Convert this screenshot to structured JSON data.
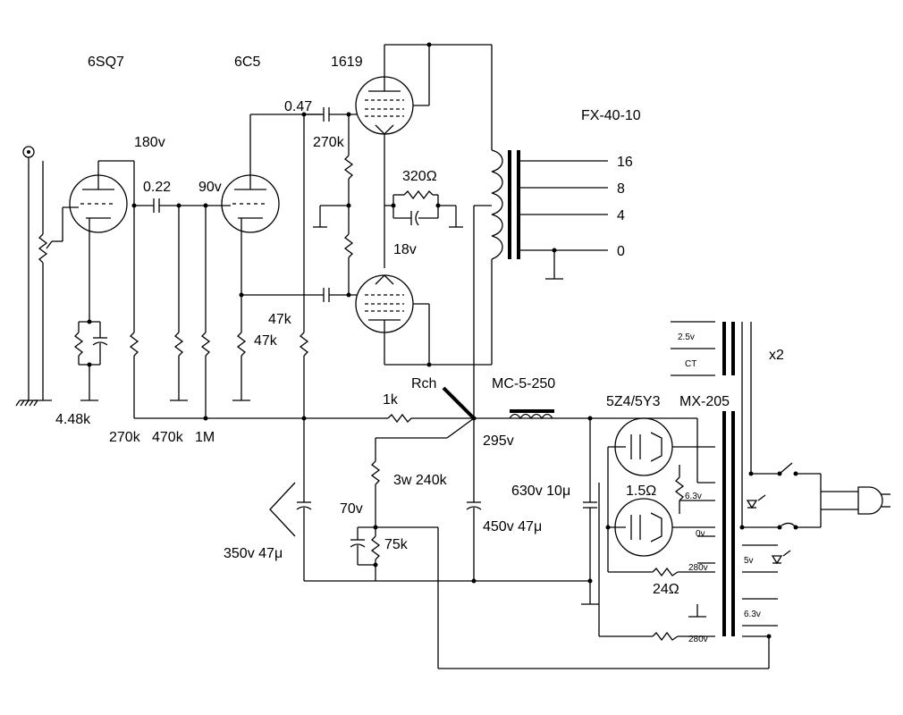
{
  "tubes": {
    "v1": "6SQ7",
    "v2": "6C5",
    "v3": "1619",
    "rect": "5Z4/5Y3"
  },
  "transformers": {
    "output": "FX-40-10",
    "choke": "MC-5-250",
    "power": "MX-205"
  },
  "output_taps": [
    "16",
    "8",
    "4",
    "0"
  ],
  "quantity": "x2",
  "voltages": {
    "v1_plate": "180v",
    "v2_plate": "90v",
    "cathode": "18v",
    "b_plus": "295v",
    "screen": "70v"
  },
  "parts": {
    "c_couple1": "0.22",
    "c_couple2": "0.47",
    "r_grid": "270k",
    "r_cathode_out": "320Ω",
    "r_k1": "4.48k",
    "r_load1": "270k",
    "r_grid2": "470k",
    "r_grid2b": "1M",
    "r_k2": "47k",
    "r_load2": "47k",
    "rch": "Rch",
    "r_1k": "1k",
    "r_240k": "3w 240k",
    "r_75k": "75k",
    "c_filter1": "350v 47μ",
    "c_filter2": "450v 47μ",
    "c_input": "630v 10μ",
    "r_1_5": "1.5Ω",
    "r_24": "24Ω"
  },
  "pt_windings": {
    "w25": "2.5v",
    "ct": "CT",
    "w63a": "6.3v",
    "w0": "0v",
    "w280a": "280v",
    "w5": "5v",
    "w63b": "6.3v",
    "w280b": "280v"
  }
}
